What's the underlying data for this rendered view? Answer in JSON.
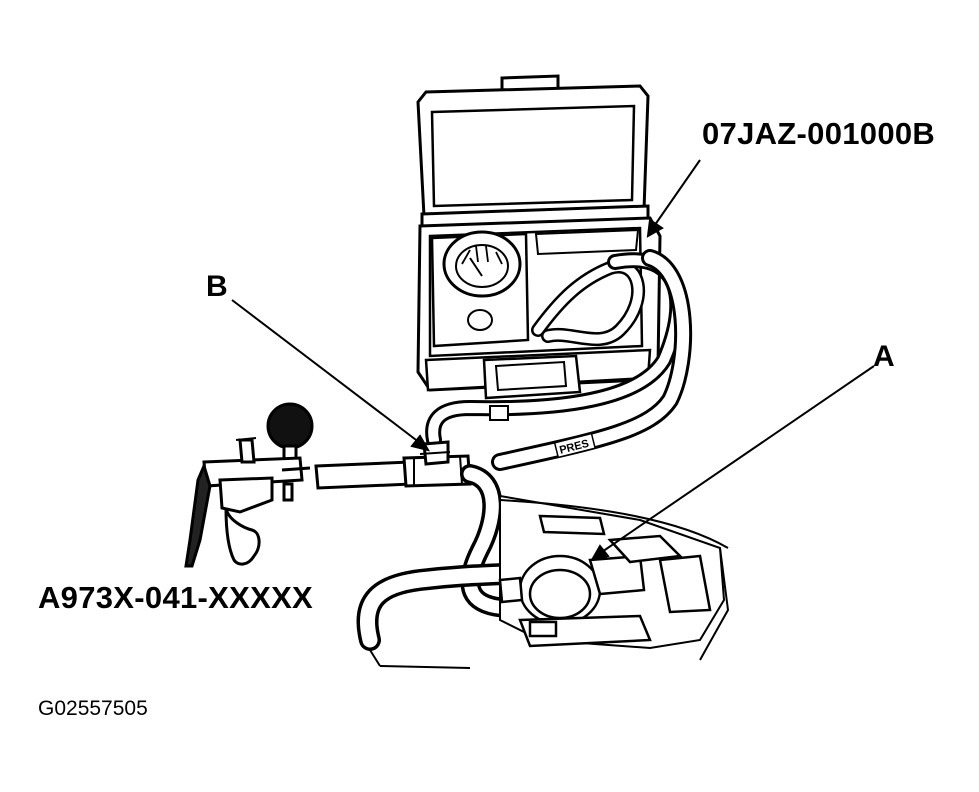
{
  "labels": {
    "tool_kit": "07JAZ-001000B",
    "point_b": "B",
    "point_a": "A",
    "vacuum_pump": "A973X-041-XXXXX",
    "figure_id": "G02557505",
    "hose_tag": "PRES"
  }
}
